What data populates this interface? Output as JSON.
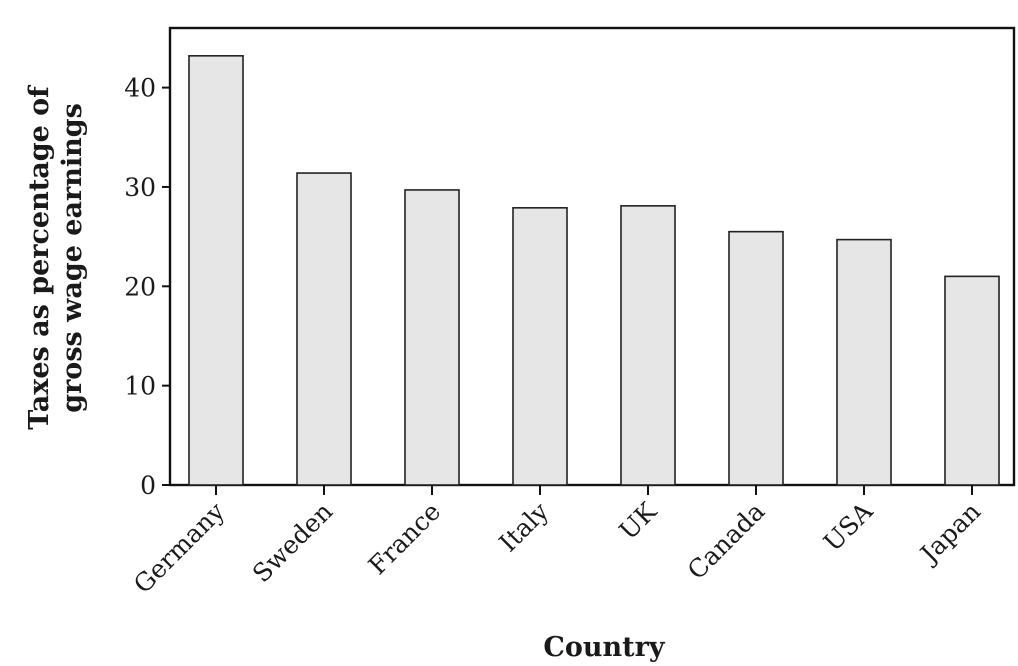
{
  "chart_data": {
    "type": "bar",
    "categories": [
      "Germany",
      "Sweden",
      "France",
      "Italy",
      "UK",
      "Canada",
      "USA",
      "Japan"
    ],
    "values": [
      43.2,
      31.4,
      29.7,
      27.9,
      28.1,
      25.5,
      24.7,
      21.0
    ],
    "title": "",
    "xlabel": "Country",
    "ylabel_lines": [
      "Taxes as percentage of",
      "gross wage earnings"
    ],
    "ylim": [
      0,
      46
    ],
    "yticks": [
      0,
      10,
      20,
      30,
      40
    ],
    "ytick_labels": [
      "0",
      "10",
      "20",
      "30",
      "40"
    ],
    "grid": false,
    "legend": "none",
    "bar_color": "#e6e6e6",
    "edge_color": "#222222"
  }
}
